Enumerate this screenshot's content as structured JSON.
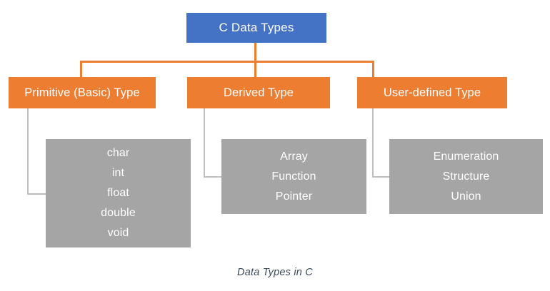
{
  "diagram": {
    "root": {
      "label": "C Data Types",
      "color": "#4472C4"
    },
    "branch_color": "#ED7D31",
    "leaf_color": "#A5A5A5",
    "connector_orange": "#ED7D31",
    "connector_gray": "#BFBFBF",
    "branches": [
      {
        "label": "Primitive (Basic) Type",
        "leaves": [
          "char",
          "int",
          "float",
          "double",
          "void"
        ]
      },
      {
        "label": "Derived Type",
        "leaves": [
          "Array",
          "Function",
          "Pointer"
        ]
      },
      {
        "label": "User-defined Type",
        "leaves": [
          "Enumeration",
          "Structure",
          "Union"
        ]
      }
    ],
    "caption": "Data Types in C"
  }
}
